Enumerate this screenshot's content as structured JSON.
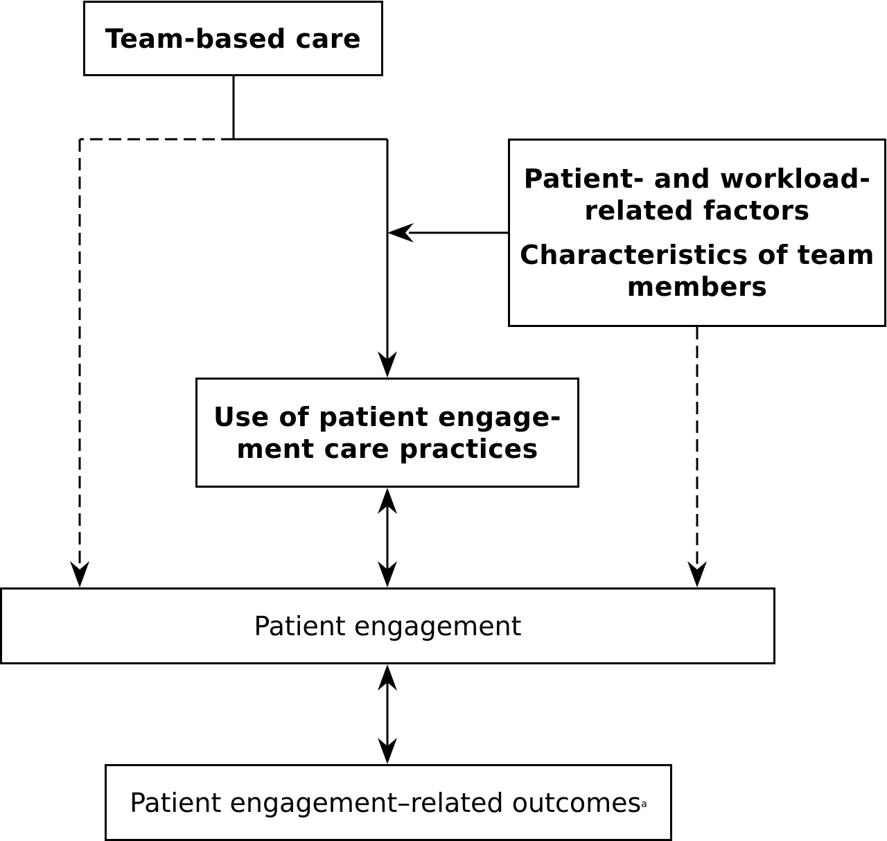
{
  "nodes": {
    "team_based_care": "Team-based care",
    "factors_line1": "Patient- and workload-",
    "factors_line2": "related factors",
    "characteristics_line1": "Characteristics of team",
    "characteristics_line2": "members",
    "use_line1": "Use of patient engage-",
    "use_line2": "ment care practices",
    "patient_engagement": "Patient engagement",
    "outcomes": "Patient engagement–related outcomes",
    "outcomes_superscript": "a"
  },
  "colors": {
    "stroke": "#000000",
    "background": "#ffffff"
  }
}
